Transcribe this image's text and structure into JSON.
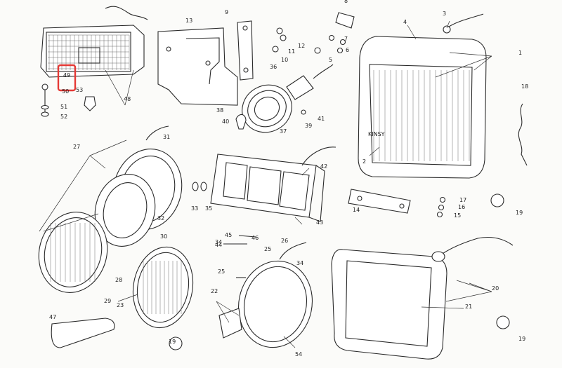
{
  "diagram": {
    "highlight_color": "#e53935",
    "highlighted_callout": "49",
    "callouts": [
      "1",
      "2",
      "3",
      "4",
      "5",
      "6",
      "7",
      "8",
      "9",
      "10",
      "11",
      "12",
      "13",
      "14",
      "15",
      "16",
      "17",
      "18",
      "19",
      "19",
      "19",
      "20",
      "21",
      "22",
      "23",
      "25",
      "25",
      "26",
      "27",
      "28",
      "29",
      "30",
      "31",
      "32",
      "33",
      "34",
      "34",
      "35",
      "36",
      "37",
      "38",
      "39",
      "40",
      "41",
      "42",
      "43",
      "44",
      "45",
      "46",
      "47",
      "48",
      "49",
      "50",
      "51",
      "52",
      "53",
      "54"
    ],
    "headlamp_brand": "KINSY"
  }
}
